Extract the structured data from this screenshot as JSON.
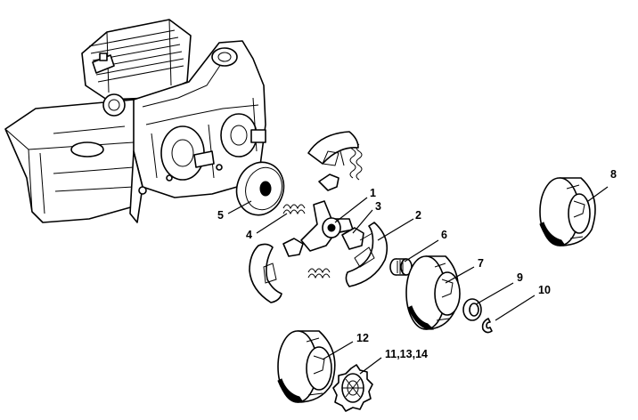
{
  "callouts": [
    {
      "id": "1",
      "text": "1"
    },
    {
      "id": "2",
      "text": "2"
    },
    {
      "id": "3",
      "text": "3"
    },
    {
      "id": "4",
      "text": "4"
    },
    {
      "id": "5",
      "text": "5"
    },
    {
      "id": "6",
      "text": "6"
    },
    {
      "id": "7",
      "text": "7"
    },
    {
      "id": "8",
      "text": "8"
    },
    {
      "id": "9",
      "text": "9"
    },
    {
      "id": "10",
      "text": "10"
    },
    {
      "id": "11_13_14",
      "text": "11,13,14"
    },
    {
      "id": "12",
      "text": "12"
    }
  ],
  "colors": {
    "ink": "#000000",
    "paper": "#ffffff"
  }
}
